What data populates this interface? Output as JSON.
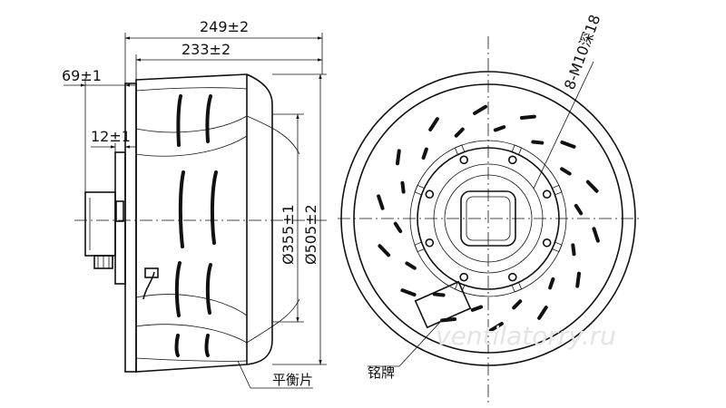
{
  "dimensions": {
    "overall_depth": "249±2",
    "impeller_depth": "233±2",
    "flange_offset": "69±1",
    "flange_thickness": "12±1",
    "inner_diameter": "Ø355±1",
    "outer_diameter": "Ø505±2"
  },
  "labels": {
    "mounting_holes": "8-M10深18",
    "nameplate": "铭牌",
    "balance_weight": "平衡片"
  },
  "watermark": "ventilatorry.ru",
  "front_view": {
    "hole_count": 8
  }
}
